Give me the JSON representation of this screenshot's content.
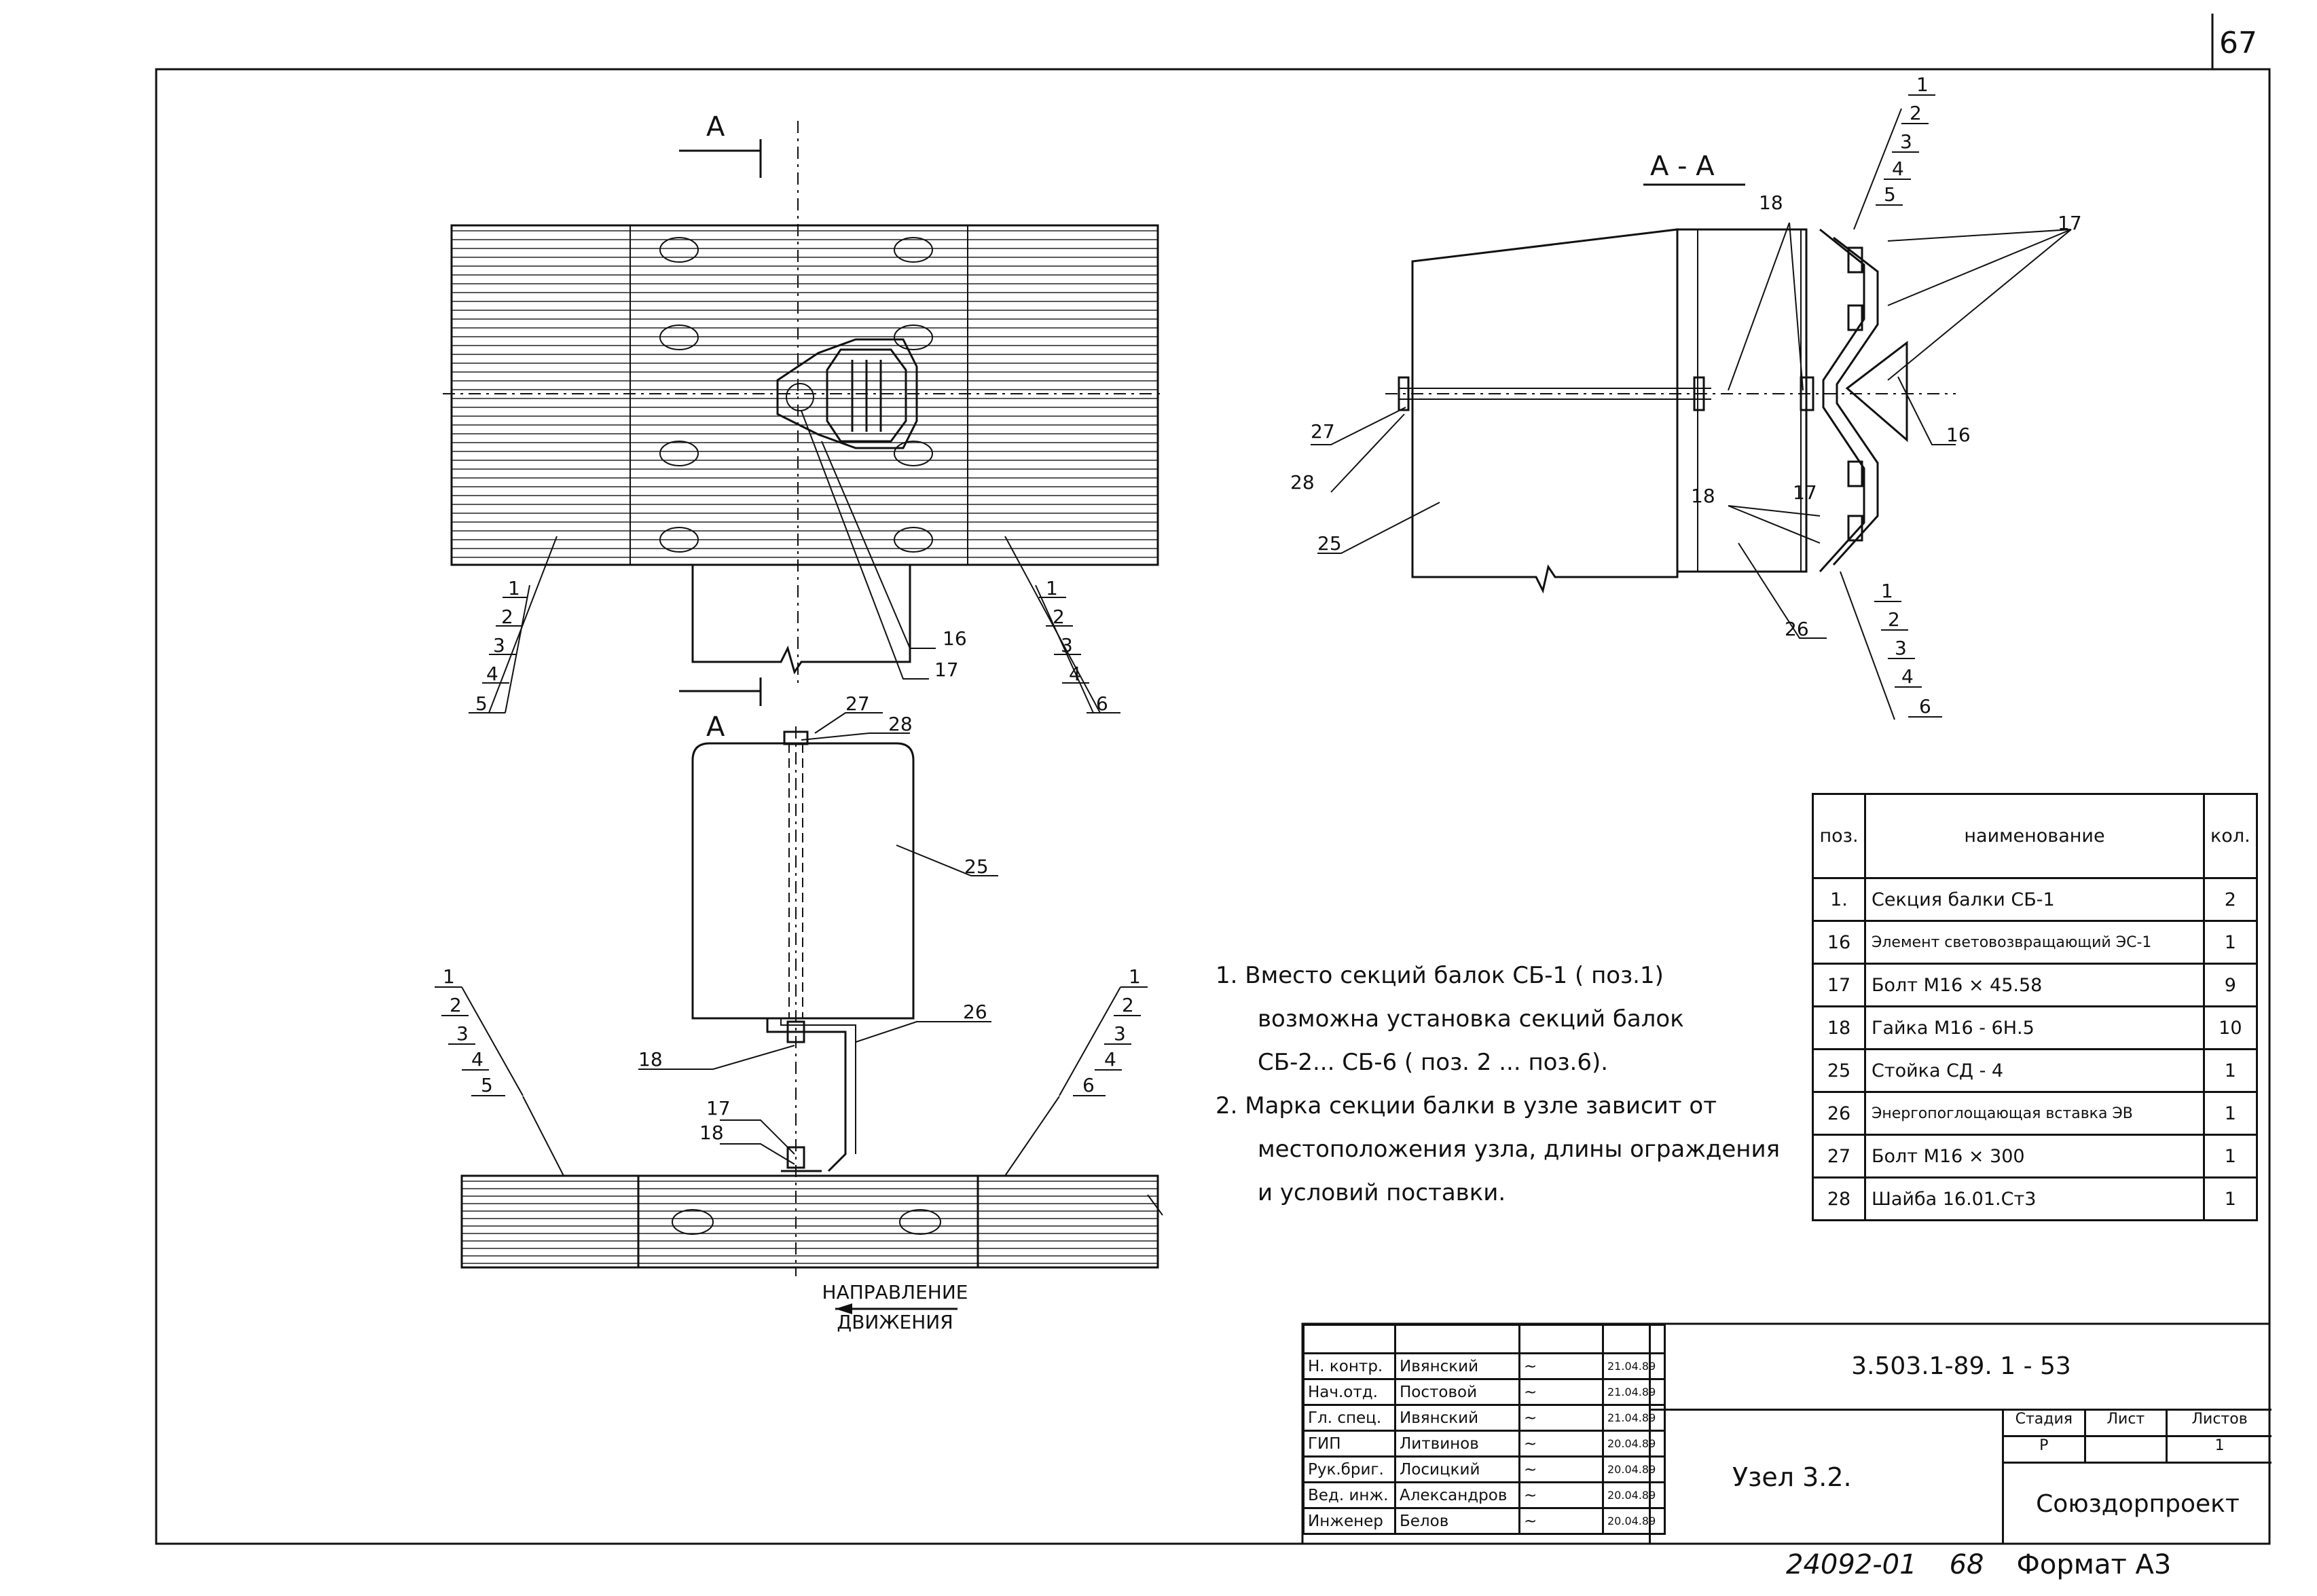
{
  "page_number": "67",
  "views": {
    "section_mark": "А",
    "section_title": "А - А",
    "direction_label_1": "НАПРАВЛЕНИЕ",
    "direction_label_2": "ДВИЖЕНИЯ"
  },
  "callouts": {
    "p1": "1",
    "p2": "2",
    "p3": "3",
    "p4": "4",
    "p5": "5",
    "p6": "6",
    "p16": "16",
    "p17": "17",
    "p18": "18",
    "p25": "25",
    "p26": "26",
    "p27": "27",
    "p28": "28"
  },
  "notes": [
    "1.  Вместо секций балок СБ-1 ( поз.1)",
    "возможна установка секций балок",
    "СБ-2... СБ-6  ( поз. 2 ... поз.6).",
    "2. Марка секции балки в узле зависит от",
    "местоположения узла, длины ограждения",
    "и условий  поставки."
  ],
  "spec_table": {
    "headers": [
      "поз.",
      "наименование",
      "кол."
    ],
    "rows": [
      {
        "pos": "1.",
        "name": "Секция  балки  СБ-1",
        "qty": "2"
      },
      {
        "pos": "16",
        "name": "Элемент световозвращающий ЭС-1",
        "qty": "1"
      },
      {
        "pos": "17",
        "name": "Болт  М16 × 45.58",
        "qty": "9"
      },
      {
        "pos": "18",
        "name": "Гайка  М16 - 6Н.5",
        "qty": "10"
      },
      {
        "pos": "25",
        "name": "Стойка  СД - 4",
        "qty": "1"
      },
      {
        "pos": "26",
        "name": "Энергопоглощающая вставка ЭВ",
        "qty": "1"
      },
      {
        "pos": "27",
        "name": "Болт  М16 × 300",
        "qty": "1"
      },
      {
        "pos": "28",
        "name": "Шайба  16.01.Ст3",
        "qty": "1"
      }
    ]
  },
  "title_block": {
    "signatures": [
      {
        "role": "Н. контр.",
        "name": "Ивянский",
        "date": "21.04.89"
      },
      {
        "role": "Нач.отд.",
        "name": "Постовой",
        "date": "21.04.89"
      },
      {
        "role": "Гл. спец.",
        "name": "Ивянский",
        "date": "21.04.89"
      },
      {
        "role": "ГИП",
        "name": "Литвинов",
        "date": "20.04.89"
      },
      {
        "role": "Рук.бриг.",
        "name": "Лосицкий",
        "date": "20.04.89"
      },
      {
        "role": "Вед. инж.",
        "name": "Александров",
        "date": "20.04.89"
      },
      {
        "role": "Инженер",
        "name": "Белов",
        "date": "20.04.89"
      }
    ],
    "doc_code": "3.503.1-89. 1 - 53",
    "drawing_name": "Узел  3.2.",
    "stage_label": "Стадия",
    "sheet_label": "Лист",
    "sheets_label": "Листов",
    "stage_value": "Р",
    "sheet_value": "",
    "sheets_value": "1",
    "organization": "Союздорпроект"
  },
  "footer": {
    "archive_no": "24092-01",
    "page": "68",
    "format": "Формат  А3"
  }
}
